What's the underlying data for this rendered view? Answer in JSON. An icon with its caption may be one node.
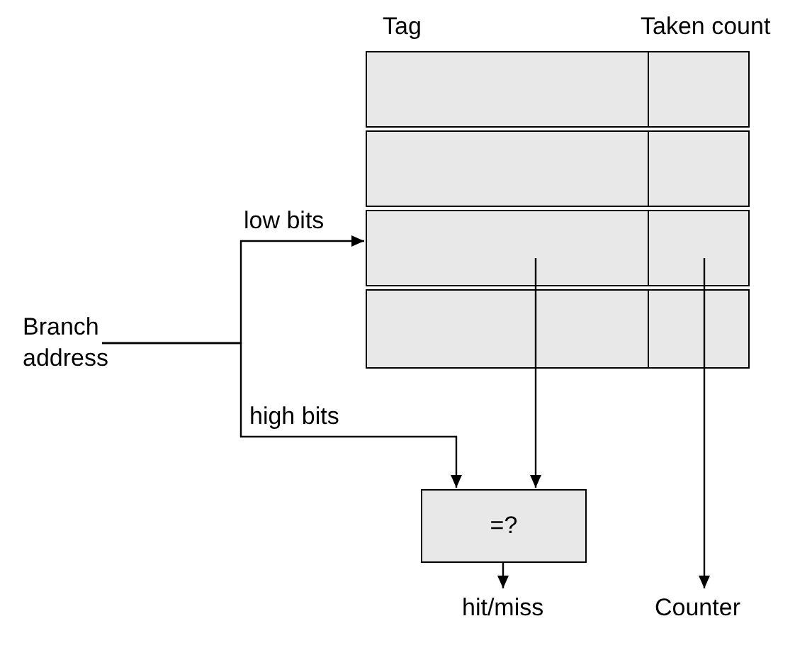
{
  "diagram": {
    "nodes": [
      {
        "text": [
          "Branch address"
        ]
      },
      {
        "text": [],
        "shape": "box"
      },
      {
        "text": [
          "=?"
        ]
      },
      {
        "text": [
          "Counter"
        ]
      },
      {
        "text": [
          "hit/miss"
        ]
      }
    ],
    "edges": [
      {
        "from": 0,
        "to": 1,
        "arrow": "to",
        "label": "low bits"
      },
      {
        "from": 0,
        "to": 2,
        "arrow": "to",
        "label": "high bits"
      },
      {
        "from": 1,
        "to": 2,
        "arrow": "to"
      },
      {
        "from": 1,
        "to": 3,
        "arrow": "to"
      },
      {
        "from": 2,
        "to": 4,
        "arrow": "to"
      }
    ],
    "labels": [
      "Tag",
      "Taken count"
    ]
  }
}
